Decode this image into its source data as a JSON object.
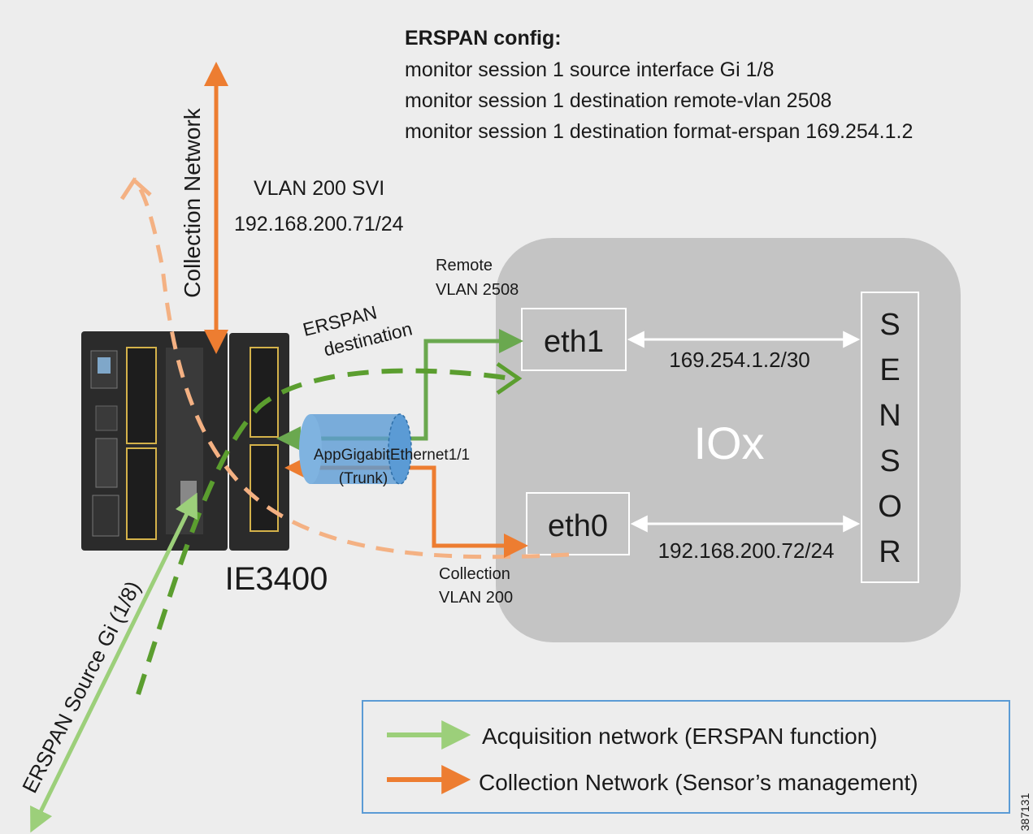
{
  "config": {
    "title": "ERSPAN config:",
    "lines": [
      "monitor session 1 source interface Gi 1/8",
      "monitor session 1 destination remote-vlan 2508",
      "monitor session 1 destination format-erspan 169.254.1.2"
    ]
  },
  "labels": {
    "collection_network_vertical": "Collection Network",
    "svi_line1": "VLAN 200 SVI",
    "svi_line2": "192.168.200.71/24",
    "remote_line1": "Remote",
    "remote_line2": "VLAN 2508",
    "erspan_dest_line1": "ERSPAN",
    "erspan_dest_line2": "destination",
    "app_gig": "AppGigabitEthernet1/1",
    "trunk": "(Trunk)",
    "collection_line1": "Collection",
    "collection_line2": "VLAN 200",
    "switch_name": "IE3400",
    "erspan_source": "ERSPAN Source Gi (1/8)",
    "figure_id": "387131"
  },
  "iox": {
    "title": "IOx",
    "eth1": "eth1",
    "eth0": "eth0",
    "eth1_ip": "169.254.1.2/30",
    "eth0_ip": "192.168.200.72/24",
    "sensor_letters": [
      "S",
      "E",
      "N",
      "S",
      "O",
      "R"
    ]
  },
  "legend": {
    "acquisition": "Acquisition network (ERSPAN function)",
    "collection": "Collection Network (Sensor’s management)"
  },
  "colors": {
    "green": "#6aa84f",
    "green_dark": "#5b9e2f",
    "light_green": "#9ccf7a",
    "orange": "#ed7d31",
    "light_orange": "#f4b183",
    "iox_bg": "#c4c4c4",
    "legend_border": "#5b9bd5",
    "trunk_fill": "#5b9bd5"
  }
}
